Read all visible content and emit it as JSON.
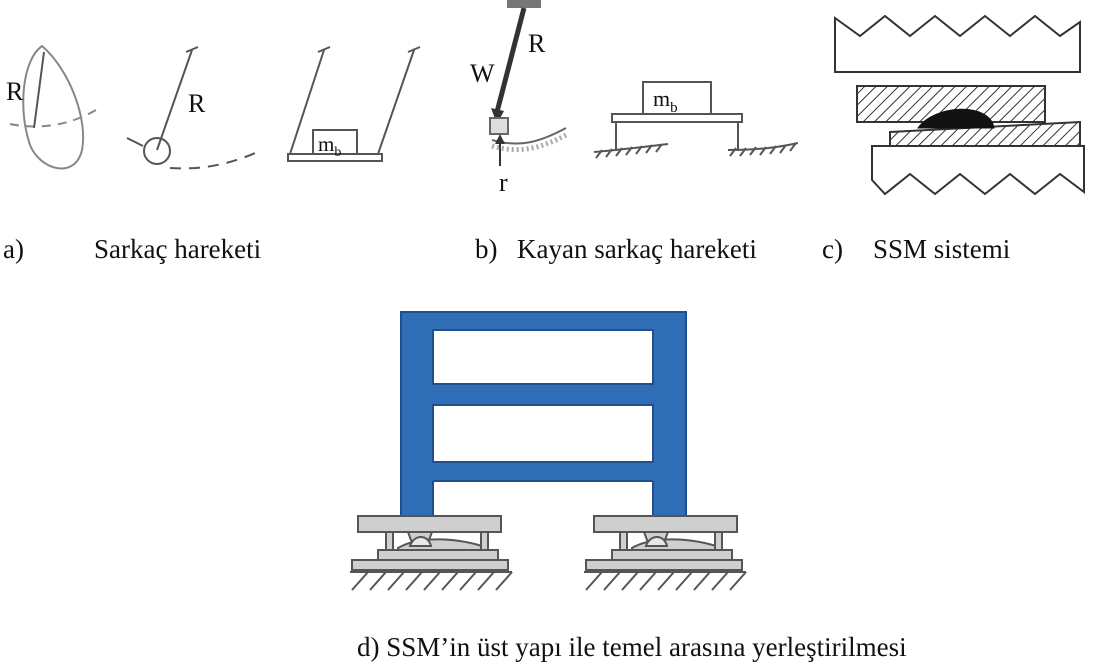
{
  "labels": {
    "a_r": "R",
    "b_r": "R",
    "c_mb": "m",
    "c_mb_sub": "b",
    "d_r": "R",
    "d_w": "W",
    "d_r_small": "r",
    "e_mb": "m",
    "e_mb_sub": "b"
  },
  "captions": {
    "a_marker": "a)",
    "a_text": "Sarkaç hareketi",
    "b_marker": "b)",
    "b_text": "Kayan sarkaç hareketi",
    "c_marker": "c)",
    "c_text": "SSM sistemi",
    "d_text": "d) SSM’in üst yapı ile temel arasına yerleştirilmesi"
  },
  "colors": {
    "frame_blue": "#2f6db5",
    "frame_blue_edge": "#1f4f8c",
    "bearing_gray": "#cfcfcf",
    "line": "#555555"
  }
}
